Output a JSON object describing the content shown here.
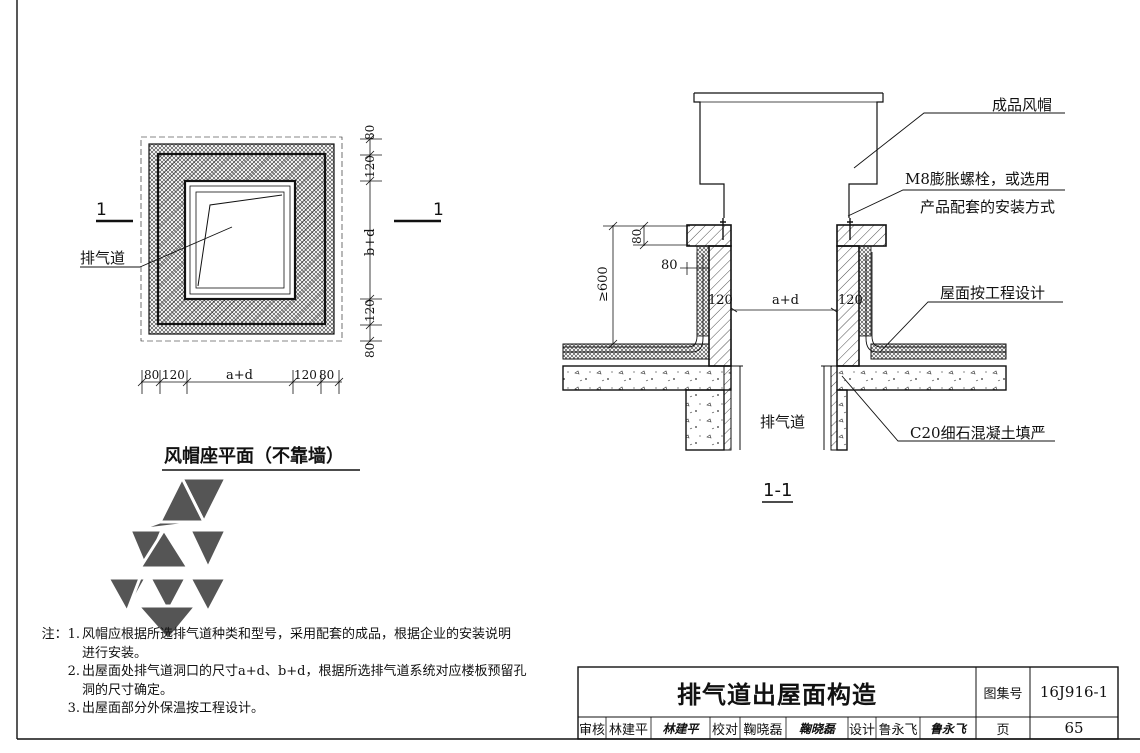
{
  "plan": {
    "section_mark_left": "1",
    "section_mark_right": "1",
    "duct_label": "排气道",
    "dim_right": [
      "80",
      "120",
      "b+d",
      "120",
      "80"
    ],
    "dim_bottom": [
      "80",
      "120",
      "a+d",
      "120",
      "80"
    ],
    "title": "风帽座平面（不靠墙）"
  },
  "section": {
    "title": "1-1",
    "labels": {
      "cap": "成品风帽",
      "bolt_line1": "M8膨胀螺栓，或选用",
      "bolt_line2": "产品配套的安装方式",
      "roof": "屋面按工程设计",
      "concrete": "C20细石混凝土填严",
      "duct": "排气道"
    },
    "dims": {
      "height": "≥600",
      "top": "80",
      "side": "80",
      "wall_left": "120",
      "opening": "a+d",
      "wall_right": "120"
    }
  },
  "notes": {
    "prefix": "注：",
    "items": [
      {
        "num": "1.",
        "line1": "风帽应根据所选排气道种类和型号，采用配套的成品，根据企业的安装说明",
        "line2": "进行安装。"
      },
      {
        "num": "2.",
        "line1": "出屋面处排气道洞口的尺寸a+d、b+d，根据所选排气道系统对应楼板预留孔",
        "line2": "洞的尺寸确定。"
      },
      {
        "num": "3.",
        "line1": "出屋面部分外保温按工程设计。",
        "line2": ""
      }
    ]
  },
  "title_block": {
    "drawing_title": "排气道出屋面构造",
    "atlas_label": "图集号",
    "atlas_value": "16J916-1",
    "page_label": "页",
    "page_value": "65",
    "review_label": "审核",
    "reviewer": "林建平",
    "reviewer_sig": "林建平",
    "check_label": "校对",
    "checker": "鞠晓磊",
    "checker_sig": "鞠晓磊",
    "design_label": "设计",
    "designer": "鲁永飞",
    "designer_sig": "鲁永飞"
  },
  "colors": {
    "ink": "#111111",
    "logo_grey": "#555555",
    "insulation": "#7a7a7a"
  }
}
